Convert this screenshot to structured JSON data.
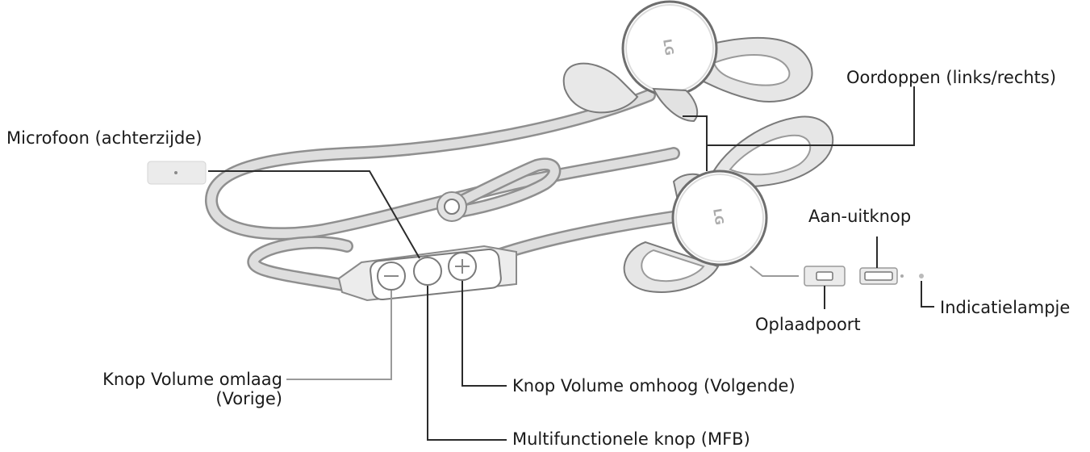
{
  "labels": {
    "earbuds": "Oordoppen (links/rechts)",
    "microphone": "Microfoon (achterzijde)",
    "power_button": "Aan-uitknop",
    "indicator": "Indicatielampje",
    "charging_port": "Oplaadpoort",
    "vol_down_line1": "Knop Volume omlaag",
    "vol_down_line2": "(Vorige)",
    "vol_up": "Knop Volume omhoog (Volgende)",
    "mfb": "Multifunctionele knop (MFB)"
  },
  "logos": {
    "top_earbud": "LG",
    "bottom_earbud": "LG"
  }
}
